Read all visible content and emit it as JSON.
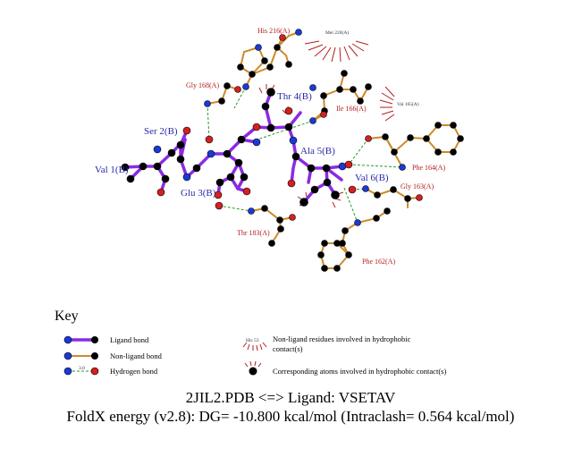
{
  "colors": {
    "ligand_bond": "#8a2be2",
    "nonligand_bond": "#cc8a2a",
    "hbond": "#2a9a2a",
    "hydrophobic_arc": "#b41e1e",
    "ligand_label": "#2a2aa8",
    "residue_label": "#b41e1e"
  },
  "ligand_labels": {
    "val1": "Val 1(B)",
    "ser2": "Ser 2(B)",
    "glu3": "Glu 3(B)",
    "thr4": "Thr 4(B)",
    "ala5": "Ala 5(B)",
    "val6": "Val 6(B)"
  },
  "residue_labels": {
    "his216": "His 216(A)",
    "gly168": "Gly 168(A)",
    "ile166": "Ile 166(A)",
    "phe164": "Phe 164(A)",
    "gly163": "Gly 163(A)",
    "thr183": "Thr 183(A)",
    "phe162": "Phe 162(A)"
  },
  "hydrophobic_labels": {
    "met220": "Met 220(A)",
    "val165": "Val 165(A)"
  },
  "key": {
    "title": "Key",
    "ligand_bond": "Ligand bond",
    "nonligand_bond": "Non-ligand bond",
    "hydrogen_bond": "Hydrogen bond",
    "hbond_length": "3.0",
    "his_example": "His 53",
    "hydrophobic_residues_line1": "Non-ligand residues involved in hydrophobic",
    "hydrophobic_residues_line2": "contact(s)",
    "hydrophobic_atoms": "Corresponding atoms involved in hydrophobic contact(s)"
  },
  "footer": {
    "line1": "2JIL2.PDB <=> Ligand: VSETAV",
    "line2": "FoldX energy (v2.8): DG= -10.800 kcal/mol (Intraclash= 0.564 kcal/mol)"
  }
}
